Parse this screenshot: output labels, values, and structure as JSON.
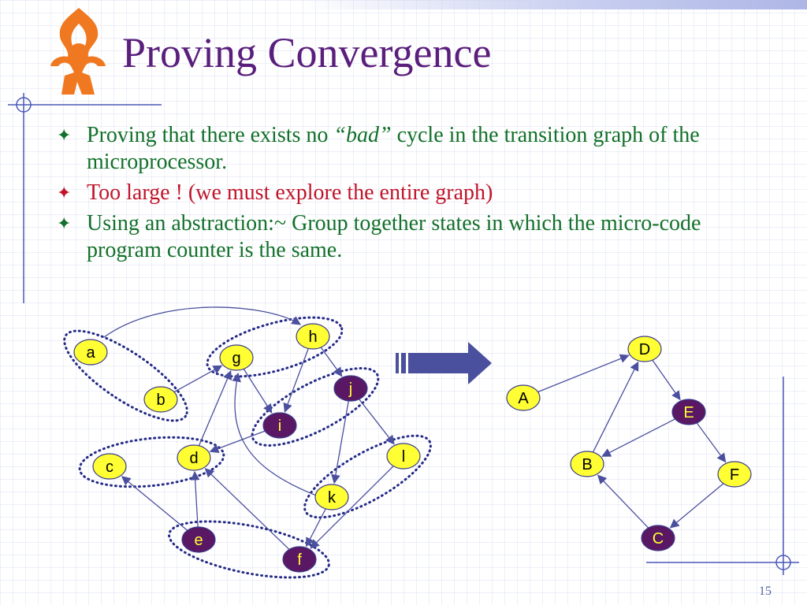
{
  "slide": {
    "title": "Proving Convergence",
    "slide_number": "15",
    "bullets": [
      {
        "color": "green",
        "parts": [
          {
            "text": "Proving that there exists no ",
            "style": "normal"
          },
          {
            "text": "“bad”",
            "style": "italic"
          },
          {
            "text": " cycle in the transition graph of the microprocessor.",
            "style": "normal"
          }
        ]
      },
      {
        "color": "red",
        "parts": [
          {
            "text": "Too large ! (we must explore the entire graph)",
            "style": "normal"
          }
        ]
      },
      {
        "color": "green",
        "parts": [
          {
            "text": "Using an abstraction:~ Group together states in which the micro-code program counter is the same.",
            "style": "normal"
          }
        ]
      }
    ]
  },
  "colors": {
    "title": "#5a1e7c",
    "bullet_green": "#12702a",
    "bullet_red": "#c0142a",
    "edge": "#4a4f9e",
    "group_outline": "#242a86",
    "node_yellow": "#ffff33",
    "node_purple": "#5a1763",
    "node_purple_text": "#ffff33",
    "node_border": "#3a3a8a",
    "arrow_fill": "#4a4f9e",
    "logo": "#f07820"
  },
  "icons": {
    "bullet": "star-bullet-icon",
    "logo": "university-flame-logo-icon",
    "arrow": "block-arrow-right-icon"
  },
  "concrete_graph": {
    "nodes": [
      {
        "id": "a",
        "label": "a",
        "fill": "yellow"
      },
      {
        "id": "b",
        "label": "b",
        "fill": "yellow"
      },
      {
        "id": "c",
        "label": "c",
        "fill": "yellow"
      },
      {
        "id": "d",
        "label": "d",
        "fill": "yellow"
      },
      {
        "id": "e",
        "label": "e",
        "fill": "purple"
      },
      {
        "id": "f",
        "label": "f",
        "fill": "purple"
      },
      {
        "id": "g",
        "label": "g",
        "fill": "yellow"
      },
      {
        "id": "h",
        "label": "h",
        "fill": "yellow"
      },
      {
        "id": "i",
        "label": "i",
        "fill": "purple"
      },
      {
        "id": "j",
        "label": "j",
        "fill": "purple"
      },
      {
        "id": "k",
        "label": "k",
        "fill": "yellow"
      },
      {
        "id": "l",
        "label": "l",
        "fill": "yellow"
      }
    ],
    "edges": [
      {
        "from": "a",
        "to": "h"
      },
      {
        "from": "b",
        "to": "g"
      },
      {
        "from": "g",
        "to": "i"
      },
      {
        "from": "h",
        "to": "i"
      },
      {
        "from": "h",
        "to": "j"
      },
      {
        "from": "d",
        "to": "g"
      },
      {
        "from": "i",
        "to": "d"
      },
      {
        "from": "j",
        "to": "k"
      },
      {
        "from": "j",
        "to": "l"
      },
      {
        "from": "k",
        "to": "g"
      },
      {
        "from": "k",
        "to": "f"
      },
      {
        "from": "l",
        "to": "f"
      },
      {
        "from": "f",
        "to": "d"
      },
      {
        "from": "e",
        "to": "d"
      },
      {
        "from": "e",
        "to": "c"
      }
    ],
    "groups": [
      {
        "name": "group-a-b",
        "members": [
          "a",
          "b"
        ]
      },
      {
        "name": "group-g-h",
        "members": [
          "g",
          "h"
        ]
      },
      {
        "name": "group-i-j",
        "members": [
          "i",
          "j"
        ]
      },
      {
        "name": "group-c-d",
        "members": [
          "c",
          "d"
        ]
      },
      {
        "name": "group-k-l",
        "members": [
          "k",
          "l"
        ]
      },
      {
        "name": "group-e-f",
        "members": [
          "e",
          "f"
        ]
      }
    ]
  },
  "abstract_graph": {
    "nodes": [
      {
        "id": "A",
        "label": "A",
        "fill": "yellow"
      },
      {
        "id": "B",
        "label": "B",
        "fill": "yellow"
      },
      {
        "id": "C",
        "label": "C",
        "fill": "purple"
      },
      {
        "id": "D",
        "label": "D",
        "fill": "yellow"
      },
      {
        "id": "E",
        "label": "E",
        "fill": "purple"
      },
      {
        "id": "F",
        "label": "F",
        "fill": "yellow"
      }
    ],
    "edges": [
      {
        "from": "A",
        "to": "D"
      },
      {
        "from": "D",
        "to": "E"
      },
      {
        "from": "B",
        "to": "D"
      },
      {
        "from": "E",
        "to": "B"
      },
      {
        "from": "E",
        "to": "F"
      },
      {
        "from": "F",
        "to": "C"
      },
      {
        "from": "C",
        "to": "B"
      }
    ]
  }
}
